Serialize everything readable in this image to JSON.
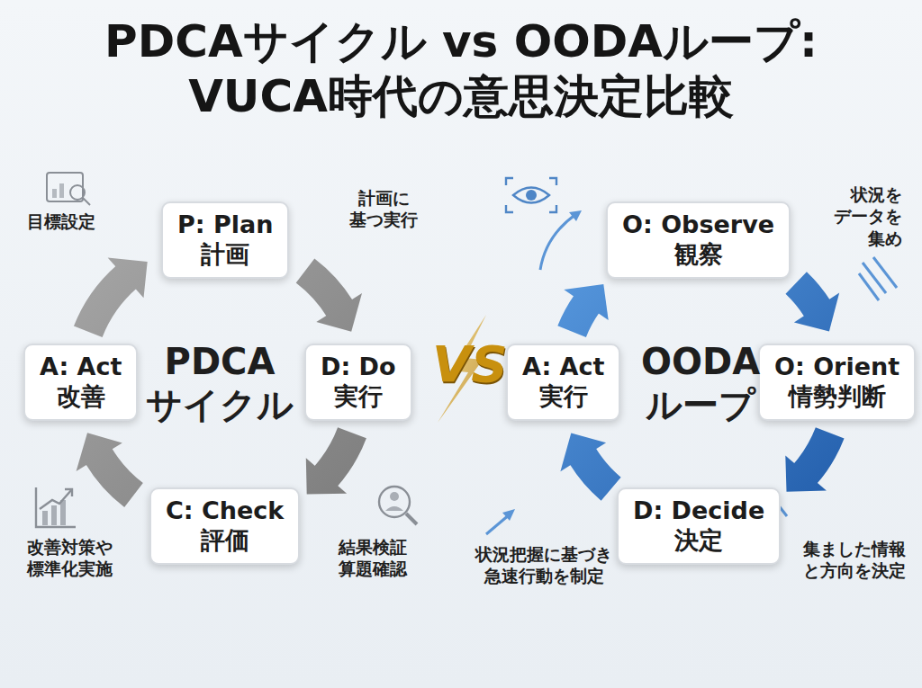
{
  "diagram": {
    "title": "PDCAサイクル vs OODAループ: VUCA時代の意思決定比較",
    "nodes": [
      {
        "text": [
          "P: Plan",
          "計画"
        ]
      },
      {
        "text": [
          "D: Do",
          "実行"
        ]
      },
      {
        "text": [
          "C: Check",
          "評価"
        ]
      },
      {
        "text": [
          "A: Act",
          "改善"
        ]
      },
      {
        "text": [
          "O: Observe",
          "観察"
        ]
      },
      {
        "text": [
          "O: Orient",
          "情勢判断"
        ]
      },
      {
        "text": [
          "D: Decide",
          "決定"
        ]
      },
      {
        "text": [
          "A: Act",
          "実行"
        ]
      }
    ],
    "edges": [
      {
        "from": 0,
        "to": 1,
        "arrow": "to"
      },
      {
        "from": 1,
        "to": 2,
        "arrow": "to"
      },
      {
        "from": 2,
        "to": 3,
        "arrow": "to"
      },
      {
        "from": 3,
        "to": 0,
        "arrow": "to"
      },
      {
        "from": 4,
        "to": 5,
        "arrow": "to"
      },
      {
        "from": 5,
        "to": 6,
        "arrow": "to"
      },
      {
        "from": 6,
        "to": 7,
        "arrow": "to"
      },
      {
        "from": 7,
        "to": 4,
        "arrow": "to"
      }
    ],
    "labels": [
      "PDCA サイクル",
      "OODA ループ",
      "VS",
      "目標設定",
      "計画に 基つ実行",
      "改善対策や 標準化実施",
      "結果検証 算題確認",
      "状況を データを 集め",
      "集ました情報 と方向を決定",
      "状況把握に基づき 急速行動を制定"
    ]
  }
}
